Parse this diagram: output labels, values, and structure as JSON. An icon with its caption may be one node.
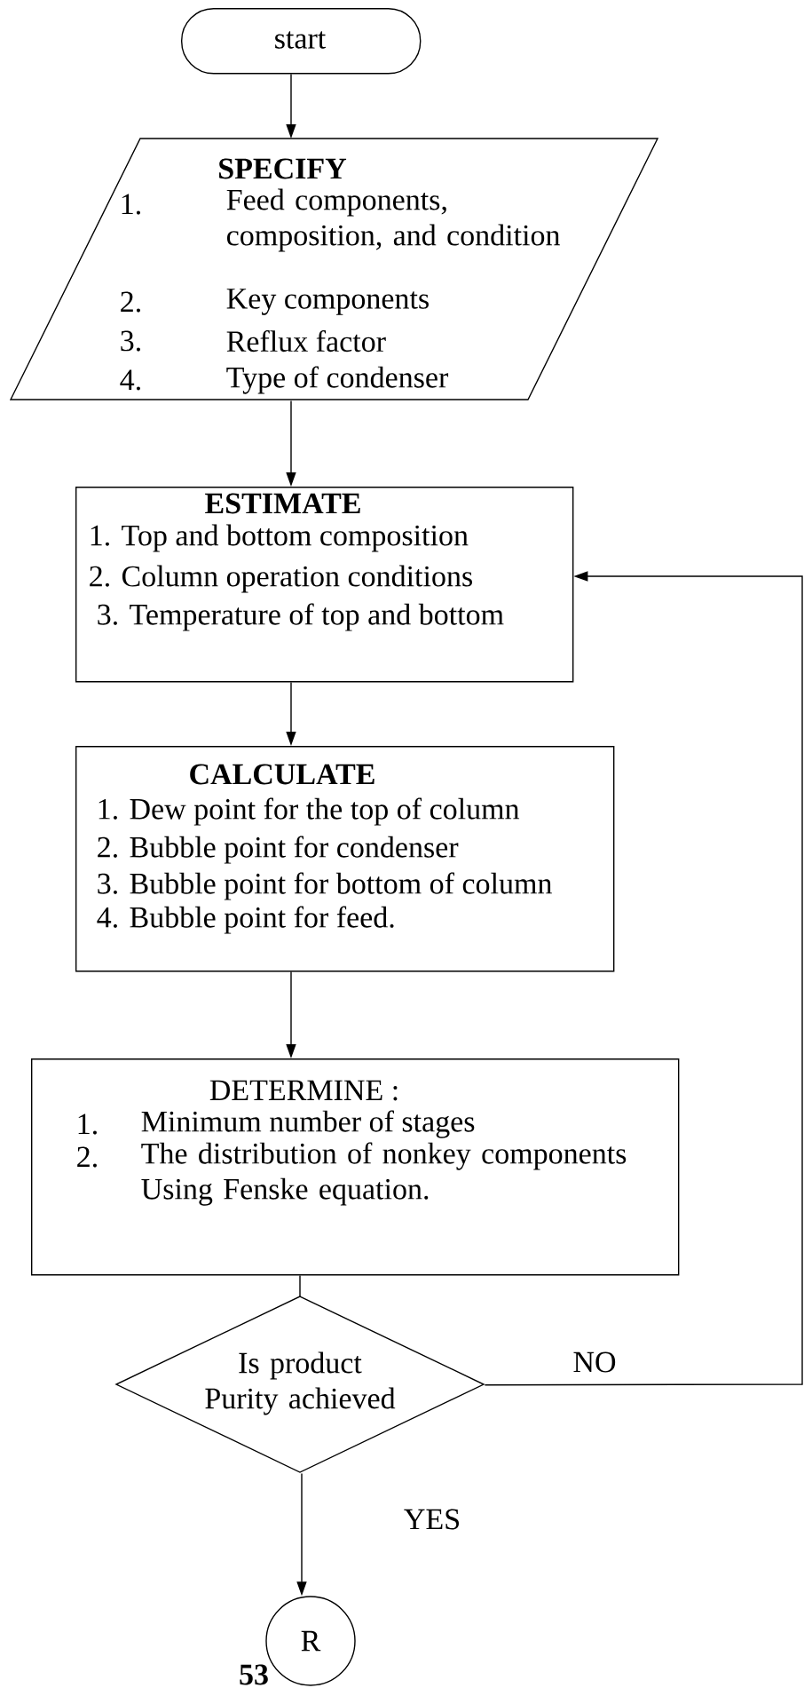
{
  "diagram": {
    "nodes": [
      {
        "text": [
          "start"
        ]
      },
      {
        "text": [
          "SPECIFY",
          "1.",
          "Feed components, composition, and condition",
          "2.",
          "Key components",
          "3.",
          "Reflux factor",
          "4.",
          "Type of condenser"
        ]
      },
      {
        "text": [
          "ESTIMATE",
          "1. Top and bottom composition",
          "2. Column operation conditions",
          "3. Temperature of top and bottom"
        ]
      },
      {
        "text": [
          "CALCULATE",
          "1. Dew point for the top of column",
          "2. Bubble point for condenser",
          "3. Bubble point for bottom of column",
          "4. Bubble point for feed."
        ]
      },
      {
        "text": [
          "DETERMINE :",
          "1.",
          "Minimum number of stages",
          "2.",
          "The distribution of nonkey components Using Fenske equation."
        ]
      },
      {
        "text": [
          "Is product Purity achieved"
        ]
      },
      {
        "text": [
          "R"
        ]
      }
    ],
    "edges": [
      {
        "from": 0,
        "to": 1,
        "arrow": "to"
      },
      {
        "from": 1,
        "to": 2,
        "arrow": "to"
      },
      {
        "from": 2,
        "to": 3,
        "arrow": "to"
      },
      {
        "from": 3,
        "to": 4,
        "arrow": "to"
      },
      {
        "from": 4,
        "to": 5,
        "arrow": "none"
      },
      {
        "from": 5,
        "to": 2,
        "arrow": "to",
        "label": "NO"
      },
      {
        "from": 5,
        "to": 6,
        "arrow": "to",
        "label": "YES"
      }
    ],
    "labels": [
      "53"
    ]
  }
}
